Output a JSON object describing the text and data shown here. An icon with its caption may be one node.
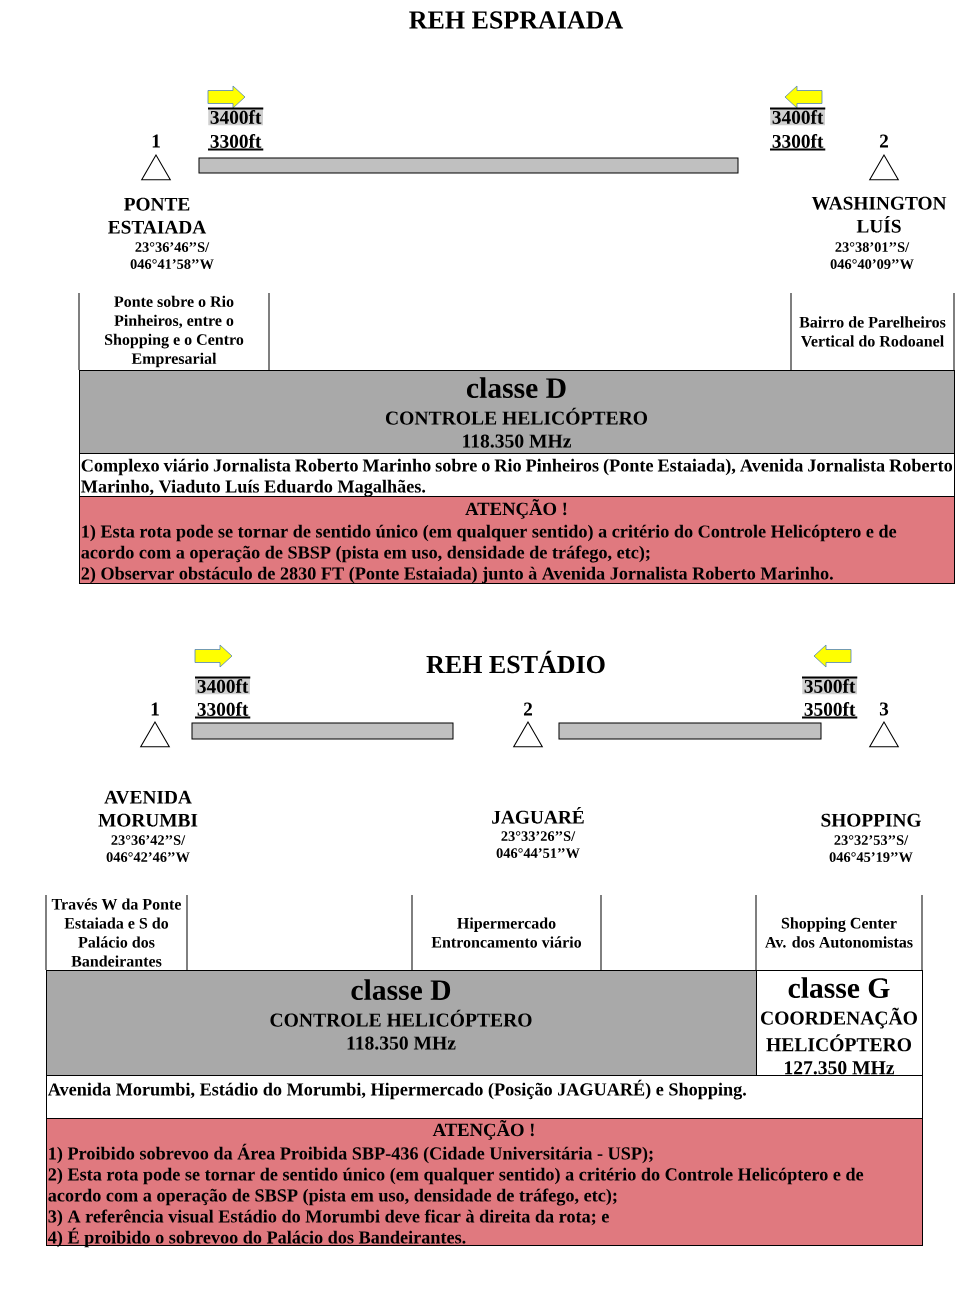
{
  "diagram": {
    "title": "REH ESPRAIADA",
    "nodes": [
      {
        "text": [
          "1"
        ],
        "beside": [
          "PONTE ESTAIADA",
          "23°36’46’’S/ 046°41’58’’W"
        ]
      },
      {
        "text": [],
        "shape": "bar"
      },
      {
        "text": [
          "2"
        ],
        "beside": [
          "WASHINGTON LUÍS",
          "23°38’01’’S/ 046°40’09’’W"
        ]
      },
      {
        "text": [
          "Ponte sobre o Rio Pinheiros, entre o Shopping e o Centro Empresarial"
        ]
      },
      {
        "text": [
          "Bairro de Parelheiros",
          "Vertical do Rodoanel"
        ]
      },
      {
        "text": [
          "classe D",
          "CONTROLE HELICÓPTERO",
          "118.350 MHz"
        ]
      },
      {
        "text": [
          "Complexo viário Jornalista Roberto Marinho sobre o Rio Pinheiros (Ponte Estaiada), Avenida Jornalista Roberto Marinho, Viaduto Luís Eduardo Magalhães."
        ]
      },
      {
        "text": [
          "ATENÇÃO !",
          "1) Esta rota pode se tornar de sentido único (em qualquer sentido) a critério do Controle Helicóptero e de acordo com a operação de SBSP (pista em uso, densidade de tráfego, etc);",
          "2) Observar obstáculo de 2830 FT (Ponte Estaiada) junto à Avenida Jornalista Roberto Marinho."
        ]
      },
      {
        "text": [
          "1"
        ],
        "beside": [
          "AVENIDA MORUMBI",
          "23°36’42’’S/ 046°42’46’’W"
        ]
      },
      {
        "text": [],
        "shape": "bar"
      },
      {
        "text": [
          "2"
        ],
        "beside": [
          "JAGUARÉ",
          "23°33’26’’S/ 046°44’51’’W"
        ]
      },
      {
        "text": [],
        "shape": "bar"
      },
      {
        "text": [
          "3"
        ],
        "beside": [
          "SHOPPING",
          "23°32’53’’S/ 046°45’19’’W"
        ]
      },
      {
        "text": [
          "Través W da Ponte Estaiada e S do Palácio dos Bandeirantes"
        ]
      },
      {
        "text": [
          "Hipermercado",
          "Entroncamento viário"
        ]
      },
      {
        "text": [
          "Shopping Center",
          "Av. dos Autonomistas"
        ]
      },
      {
        "text": [
          "classe D",
          "CONTROLE HELICÓPTERO",
          "118.350 MHz"
        ]
      },
      {
        "text": [
          "classe G",
          "COORDENAÇÃO HELICÓPTERO",
          "127.350 MHz"
        ]
      },
      {
        "text": [
          "Avenida Morumbi, Estádio do Morumbi, Hipermercado (Posição JAGUARÉ) e Shopping."
        ]
      },
      {
        "text": [
          "ATENÇÃO !",
          "1) Proibido sobrevoo da Área Proibida SBP-436 (Cidade Universitária - USP);",
          "2) Esta rota pode se tornar de sentido único (em qualquer sentido) a critério do Controle Helicóptero e de acordo com a operação de SBSP (pista em uso, densidade de tráfego, etc);",
          "3) A referência visual Estádio do Morumbi deve ficar à direita da rota; e",
          "4) É proibido o sobrevoo do Palácio dos Bandeirantes."
        ]
      }
    ],
    "labels": [
      "3400ft",
      "3300ft",
      "3400ft",
      "3300ft",
      "REH ESTÁDIO",
      "3400ft",
      "3300ft",
      "3500ft",
      "3500ft"
    ]
  }
}
